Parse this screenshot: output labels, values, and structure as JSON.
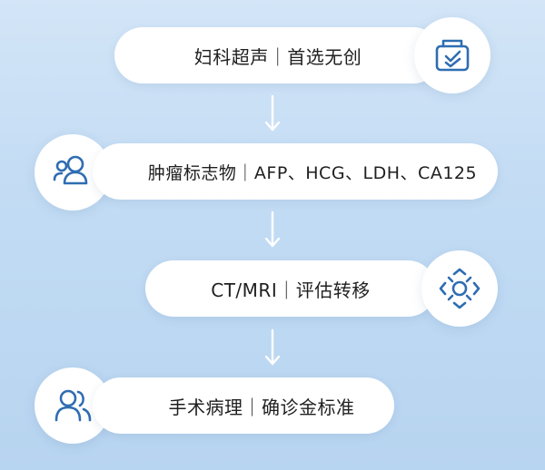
{
  "steps": [
    {
      "label": "妇科超声｜首选无创",
      "icon": "document-check-icon"
    },
    {
      "label": "肿瘤标志物｜AFP、HCG、LDH、CA125",
      "icon": "user-check-icon"
    },
    {
      "label": "CT/MRI｜评估转移",
      "icon": "network-hub-icon"
    },
    {
      "label": "手术病理｜确诊金标准",
      "icon": "users-icon"
    }
  ],
  "colors": {
    "accent": "#2f6db2",
    "arrow": "#ffffff"
  }
}
